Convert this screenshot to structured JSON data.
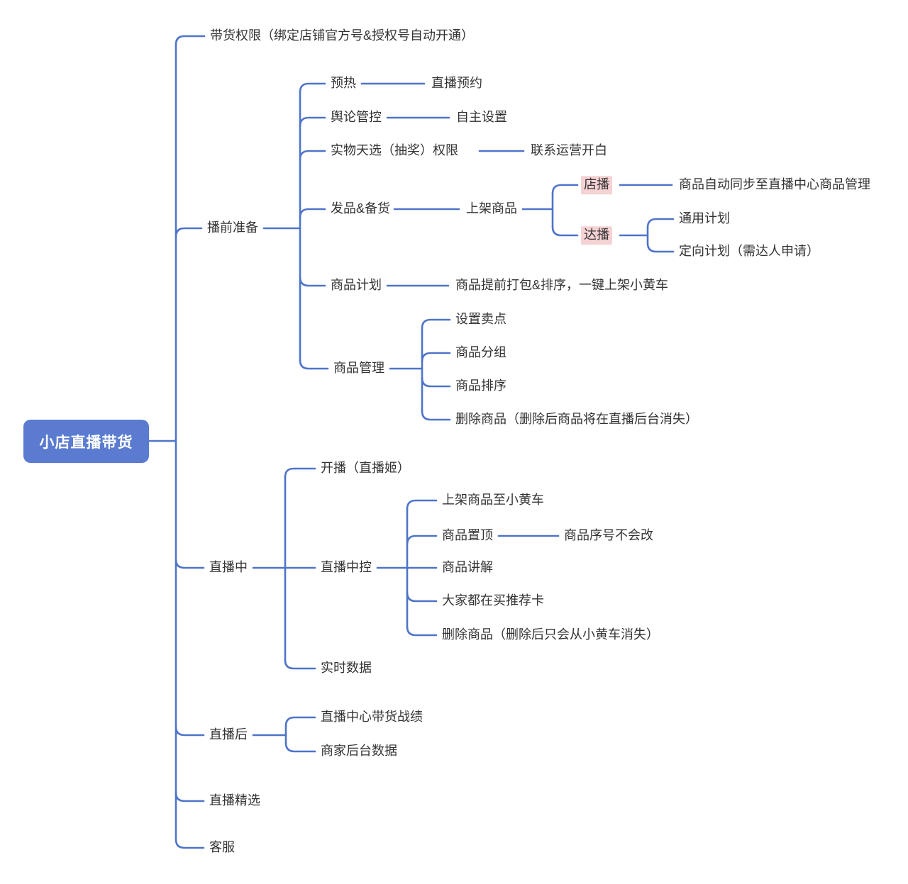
{
  "colors": {
    "line": "#4e74c9",
    "root_background": "#5a7bd0",
    "root_text": "#ffffff",
    "node_text": "#333333",
    "highlight_background": "#f5d2d4",
    "canvas_background": "#ffffff"
  },
  "mindmap": {
    "root": {
      "label": "小店直播带货"
    },
    "branches": [
      {
        "label": "带货权限（绑定店铺官方号&授权号自动开通）"
      },
      {
        "label": "播前准备",
        "children": [
          {
            "label": "预热",
            "children": [
              {
                "label": "直播预约"
              }
            ]
          },
          {
            "label": "舆论管控",
            "children": [
              {
                "label": "自主设置"
              }
            ]
          },
          {
            "label": "实物天选（抽奖）权限",
            "children": [
              {
                "label": "联系运营开白"
              }
            ]
          },
          {
            "label": "发品&备货",
            "children": [
              {
                "label": "上架商品",
                "children": [
                  {
                    "label": "店播",
                    "highlighted": true,
                    "children": [
                      {
                        "label": "商品自动同步至直播中心商品管理"
                      }
                    ]
                  },
                  {
                    "label": "达播",
                    "highlighted": true,
                    "children": [
                      {
                        "label": "通用计划"
                      },
                      {
                        "label": "定向计划（需达人申请）"
                      }
                    ]
                  }
                ]
              }
            ]
          },
          {
            "label": "商品计划",
            "children": [
              {
                "label": "商品提前打包&排序，一键上架小黄车"
              }
            ]
          },
          {
            "label": "商品管理",
            "children": [
              {
                "label": "设置卖点"
              },
              {
                "label": "商品分组"
              },
              {
                "label": "商品排序"
              },
              {
                "label": "删除商品（删除后商品将在直播后台消失）"
              }
            ]
          }
        ]
      },
      {
        "label": "直播中",
        "children": [
          {
            "label": "开播（直播姬）"
          },
          {
            "label": "直播中控",
            "children": [
              {
                "label": "上架商品至小黄车"
              },
              {
                "label": "商品置顶",
                "children": [
                  {
                    "label": "商品序号不会改"
                  }
                ]
              },
              {
                "label": "商品讲解"
              },
              {
                "label": "大家都在买推荐卡"
              },
              {
                "label": "删除商品（删除后只会从小黄车消失）"
              }
            ]
          },
          {
            "label": "实时数据"
          }
        ]
      },
      {
        "label": "直播后",
        "children": [
          {
            "label": "直播中心带货战绩"
          },
          {
            "label": "商家后台数据"
          }
        ]
      },
      {
        "label": "直播精选"
      },
      {
        "label": "客服"
      }
    ]
  }
}
